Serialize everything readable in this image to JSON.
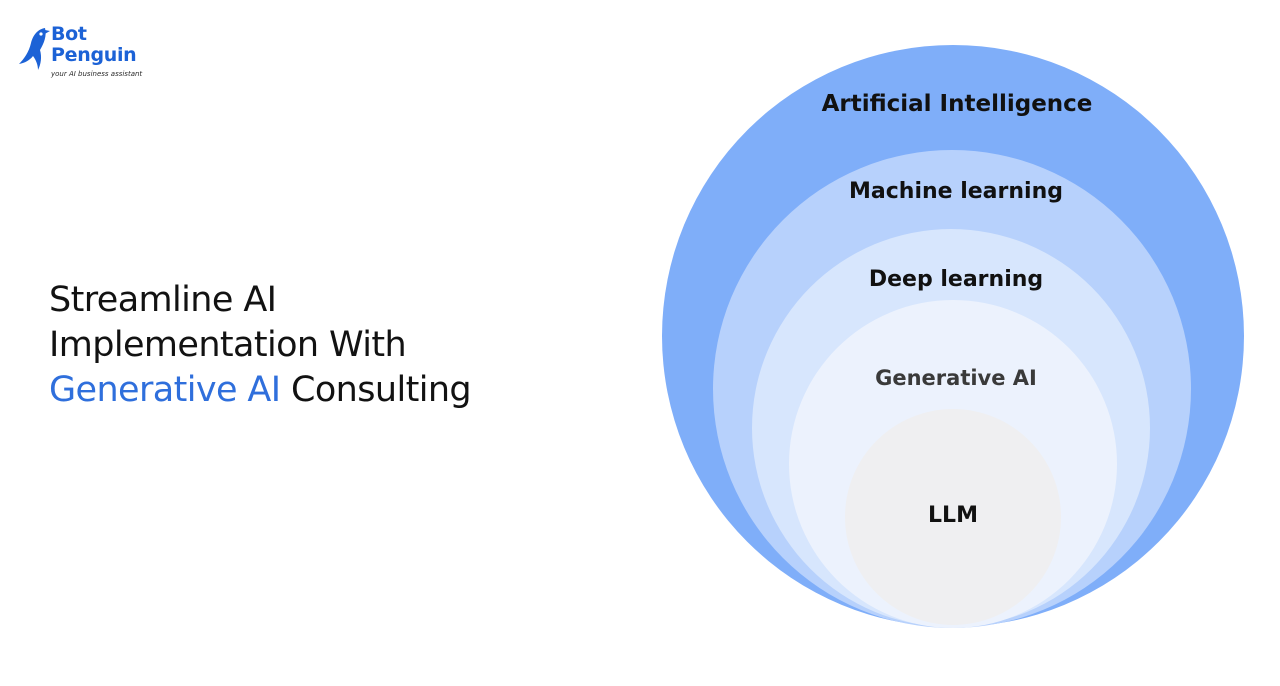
{
  "brand": {
    "name_line1": "Bot",
    "name_line2": "Penguin",
    "tagline": "your AI business assistant",
    "logo_icon": "penguin-icon",
    "color": "#1c62d6"
  },
  "headline": {
    "line1": "Streamline AI",
    "line2": "Implementation With",
    "line3_highlight": "Generative AI",
    "line3_rest": " Consulting",
    "highlight_color": "#2f6fdc"
  },
  "diagram": {
    "levels": [
      {
        "label": "Artificial Intelligence",
        "color": "#7faef9"
      },
      {
        "label": "Machine learning",
        "color": "#b7d1fc"
      },
      {
        "label": "Deep learning",
        "color": "#d7e6fd"
      },
      {
        "label": "Generative AI",
        "color": "#ecf2fd"
      },
      {
        "label": "LLM",
        "color": "#efeff1"
      }
    ]
  }
}
